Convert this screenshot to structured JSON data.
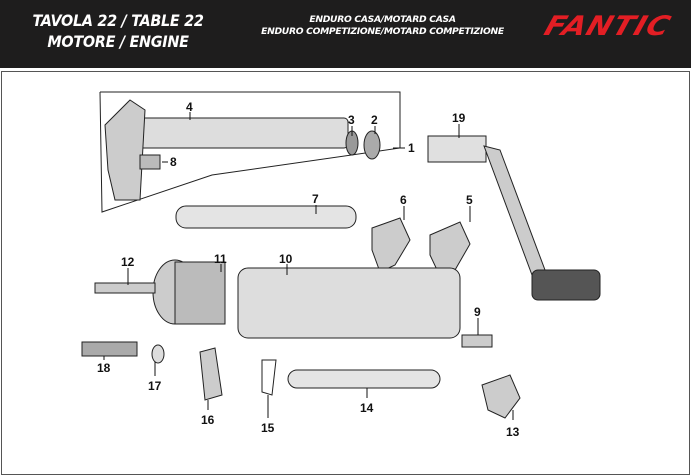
{
  "header": {
    "title_line1": "TAVOLA 22  /  TABLE 22",
    "title_line2": "MOTORE  /  ENGINE",
    "models_line1": "ENDURO CASA/MOTARD CASA",
    "models_line2": "ENDURO COMPETIZIONE/MOTARD COMPETIZIONE",
    "brand": "FANTIC"
  },
  "colors": {
    "header_bg": "#1e1d1d",
    "brand_red": "#e31e24"
  },
  "callouts": [
    "1",
    "2",
    "3",
    "4",
    "5",
    "6",
    "7",
    "8",
    "9",
    "10",
    "11",
    "12",
    "13",
    "14",
    "15",
    "16",
    "17",
    "18",
    "19"
  ]
}
